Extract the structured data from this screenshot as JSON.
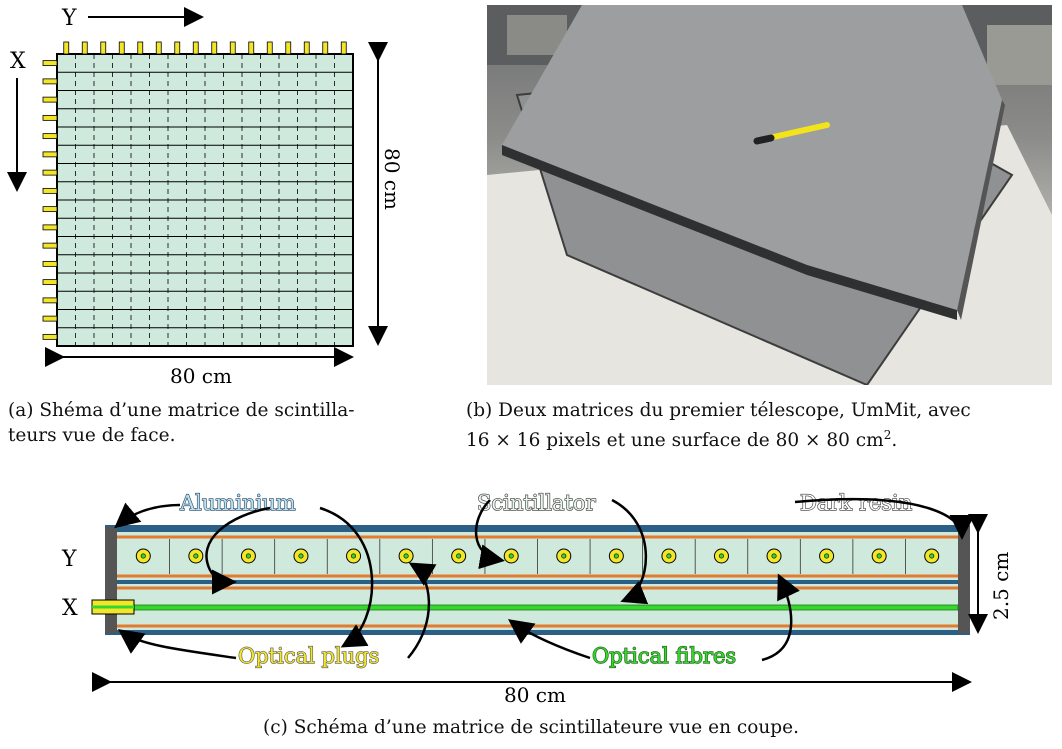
{
  "panel_a": {
    "label_y": "Y",
    "label_x": "X",
    "label_height": "80 cm",
    "label_width": "80 cm",
    "caption_line1": "(a) Shéma d’une matrice de scintilla-",
    "caption_line2": "teurs vue de face."
  },
  "panel_b": {
    "caption_line1": "(b) Deux matrices du premier télescope, UmMit, avec",
    "caption_line2_pre": "16 × 16 pixels et une surface de 80 × 80 cm",
    "caption_line2_sup": "2",
    "caption_line2_post": "."
  },
  "panel_c": {
    "label_aluminium": "Aluminium",
    "label_scintillator": "Scintillator",
    "label_dark_resin": "Dark resin",
    "label_y": "Y",
    "label_x": "X",
    "label_thickness": "2.5 cm",
    "label_optical_plugs": "Optical plugs",
    "label_optical_fibres": "Optical fibres",
    "label_width": "80 cm",
    "caption": "(c) Schéma d’une matrice de scintillateure vue en coupe."
  },
  "colors": {
    "scintillator": "#cfeadc",
    "aluminium": "#2b5f86",
    "copper": "#e07b2f",
    "fibre": "#37d62e",
    "plug": "#f2e52a",
    "resin": "#555555"
  }
}
